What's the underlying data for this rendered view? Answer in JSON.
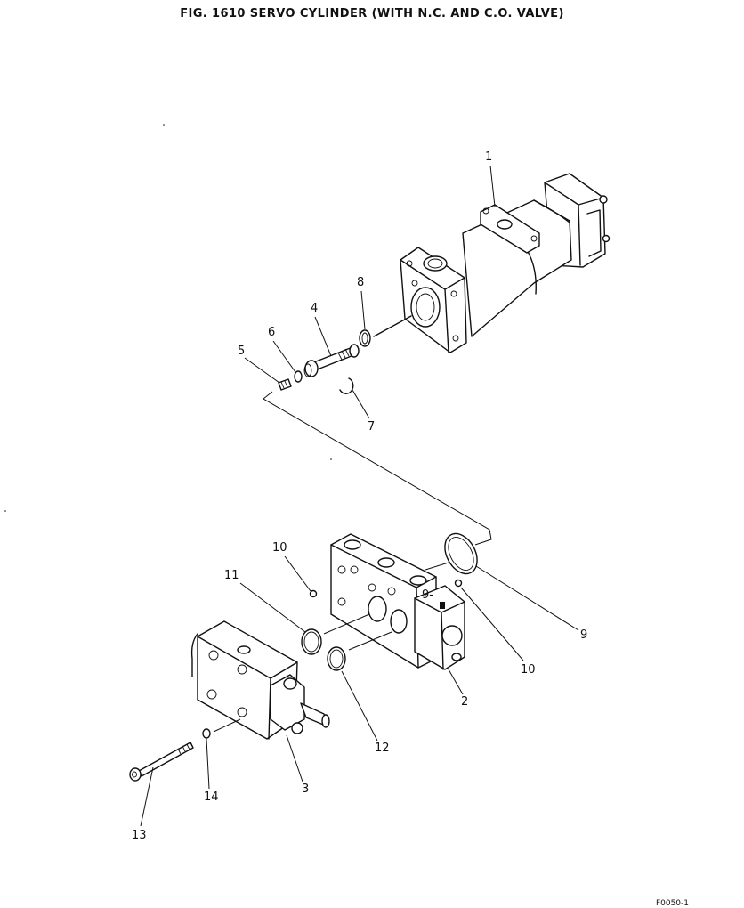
{
  "figure": {
    "title": "FIG. 1610   SERVO CYLINDER (WITH N.C. AND C.O. VALVE)",
    "corner_code": "F0050-1"
  },
  "callouts": {
    "c1": "1",
    "c2": "2",
    "c3": "3",
    "c4": "4",
    "c5": "5",
    "c6": "6",
    "c7": "7",
    "c8": "8",
    "c9": "9",
    "c10a": "10",
    "c10b": "10",
    "c11": "11",
    "c12": "12",
    "c13": "13",
    "c14": "14"
  },
  "valve_marking": "9-"
}
